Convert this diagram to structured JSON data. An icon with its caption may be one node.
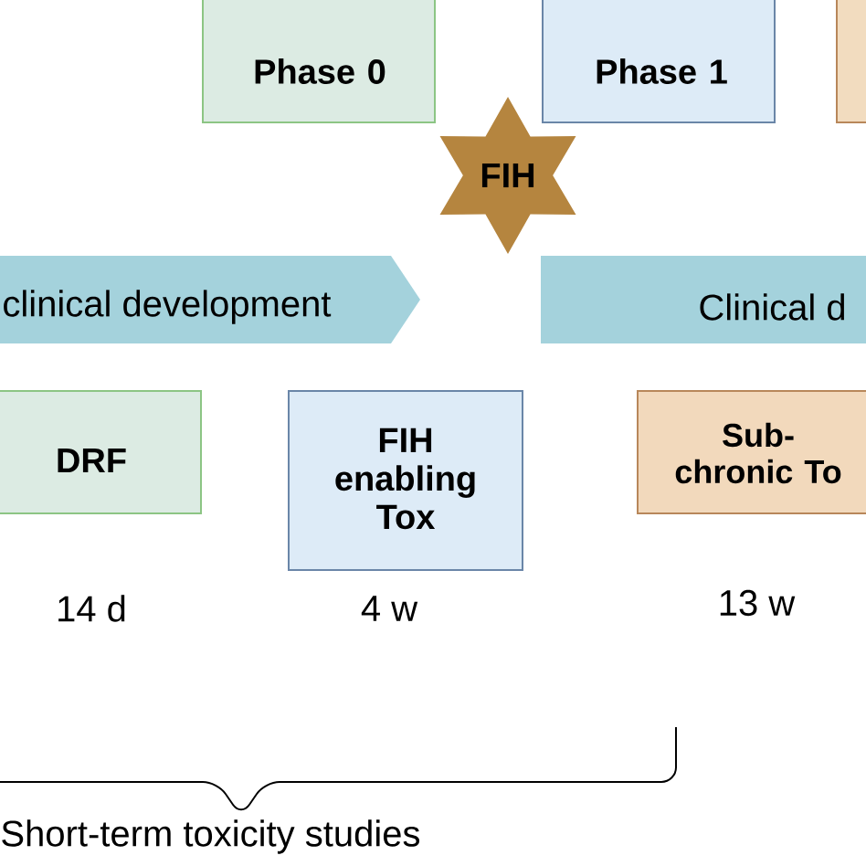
{
  "diagram": {
    "nodes": [
      {
        "text": [
          "Phase 0"
        ]
      },
      {
        "text": [
          "Phase 1"
        ]
      },
      {
        "text": [],
        "shape": "box"
      },
      {
        "text": [
          "FIH"
        ]
      },
      {
        "text": [
          "clinical development"
        ]
      },
      {
        "text": [
          "Clinical d"
        ]
      },
      {
        "text": [
          "DRF"
        ],
        "beside": [
          "14 d"
        ]
      },
      {
        "text": [
          "FIH enabling Tox"
        ],
        "beside": [
          "4 w"
        ]
      },
      {
        "text": [
          "Sub- chronic To"
        ],
        "beside": [
          "13 w"
        ]
      }
    ],
    "edges": [],
    "labels": [
      "Short-term toxicity studies"
    ]
  }
}
